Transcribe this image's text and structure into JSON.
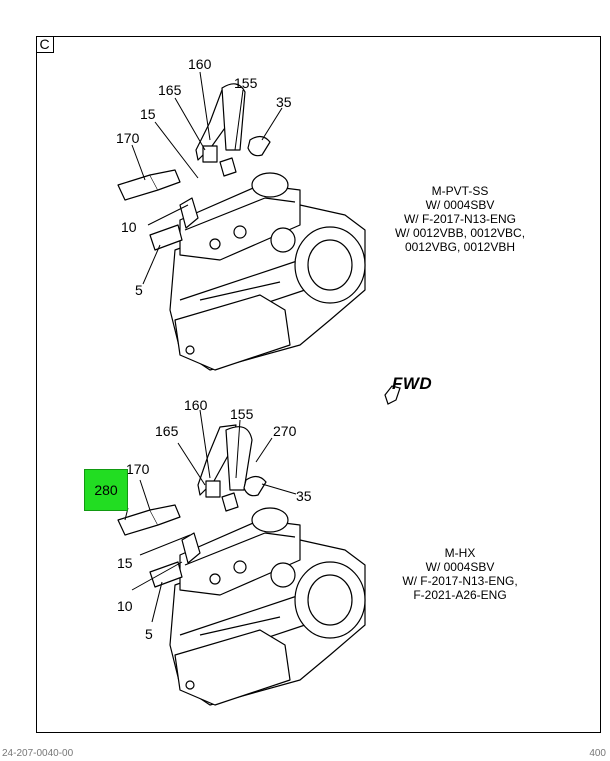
{
  "frame": {
    "corner_label": "C"
  },
  "top_view": {
    "callouts": [
      "160",
      "165",
      "155",
      "15",
      "35",
      "170",
      "10",
      "5"
    ],
    "note": [
      "M-PVT-SS",
      "W/ 0004SBV",
      "W/ F-2017-N13-ENG",
      "W/ 0012VBB, 0012VBC,",
      "0012VBG, 0012VBH"
    ]
  },
  "bottom_view": {
    "callouts": [
      "160",
      "155",
      "165",
      "270",
      "170",
      "35",
      "15",
      "10",
      "5"
    ],
    "highlight": "280",
    "note": [
      "M-HX",
      "W/ 0004SBV",
      "W/ F-2017-N13-ENG,",
      "F-2021-A26-ENG"
    ]
  },
  "fwd_label": "FWD",
  "footer": {
    "left": "24-207-0040-00",
    "right": "400"
  }
}
